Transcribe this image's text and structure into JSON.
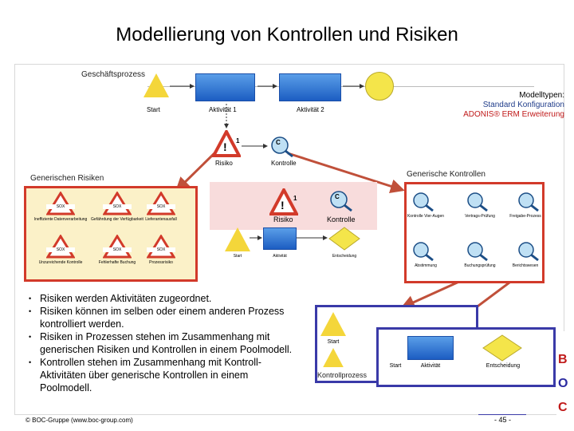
{
  "title": "Modellierung von Kontrollen und Risiken",
  "process": {
    "label": "Geschäftsprozess",
    "start": "Start",
    "activity1": "Aktivität 1",
    "activity2": "Aktivität 2",
    "risk": "Risiko",
    "control": "Kontrolle",
    "risk_marker": "!",
    "risk_num": "1",
    "control_letter": "C"
  },
  "modeltypes": {
    "heading": "Modelltypen:",
    "line1": "Standard Konfiguration",
    "line2": "ADONIS® ERM Erweiterung"
  },
  "generic_risks": {
    "label": "Generischen Risiken",
    "items": [
      {
        "badge": "SOX",
        "caption": "Ineffiziente Datenverarbeitung"
      },
      {
        "badge": "SOX",
        "caption": "Gefährdung der Verfügbarkeit"
      },
      {
        "badge": "SOX",
        "caption": "Lieferantenausfall"
      },
      {
        "badge": "SOX",
        "caption": "Unzureichende Kontrolle"
      },
      {
        "badge": "SOX",
        "caption": "Fehlerhafte Buchung"
      },
      {
        "badge": "SOX",
        "caption": "Prozessrisiko"
      }
    ]
  },
  "generic_controls": {
    "label": "Generische Kontrollen",
    "items": [
      {
        "caption": "Kontrolle Vier-Augen"
      },
      {
        "caption": "Vertrags-Prüfung"
      },
      {
        "caption": "Freigabe-Prozess"
      },
      {
        "caption": "Abstimmung"
      },
      {
        "caption": "Buchungsprüfung"
      },
      {
        "caption": "Berichtswesen"
      }
    ]
  },
  "center": {
    "risk": "Risiko",
    "control": "Kontrolle",
    "start": "Start",
    "activity": "Aktivität",
    "decision": "Entscheidung"
  },
  "bullets": [
    "Risiken werden Aktivitäten zugeordnet.",
    "Risiken können im selben oder einem anderen Prozess kontrolliert werden.",
    "Risiken in Prozessen stehen im Zusammenhang mit generischen Risiken und Kontrollen in einem Poolmodell.",
    "Kontrollen stehen im Zusammenhang mit Kontroll-Aktivitäten über generische Kontrollen in einem Poolmodell."
  ],
  "kontrollprozess": {
    "label": "Kontrollprozess",
    "start": "Start",
    "activity": "Aktivität",
    "decision": "Entscheidung"
  },
  "footer": "© BOC-Gruppe (www.boc-group.com)",
  "page": "- 45 -",
  "logo_url": "www.boc-group.com",
  "colors": {
    "highlight_border": "#d23a2a",
    "pool_fill": "#fbf1c8",
    "activity_blue": "#1c5dc2",
    "shape_yellow": "#f4d63a",
    "kontroll_border": "#3a3aa8",
    "arrow": "#c0503a"
  }
}
